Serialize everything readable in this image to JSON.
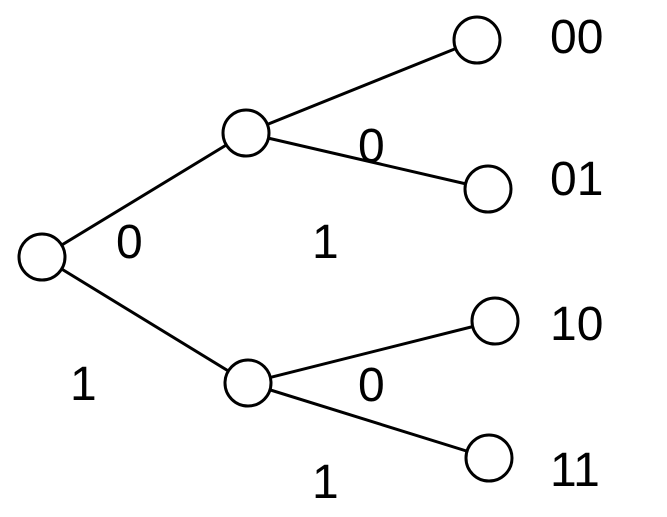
{
  "tree": {
    "root": {
      "children": [
        {
          "edge_label": "0",
          "children": [
            {
              "edge_label": "0",
              "leaf_label": "00"
            },
            {
              "edge_label": "1",
              "leaf_label": "01"
            }
          ]
        },
        {
          "edge_label": "1",
          "children": [
            {
              "edge_label": "0",
              "leaf_label": "10"
            },
            {
              "edge_label": "1",
              "leaf_label": "11"
            }
          ]
        }
      ]
    }
  }
}
